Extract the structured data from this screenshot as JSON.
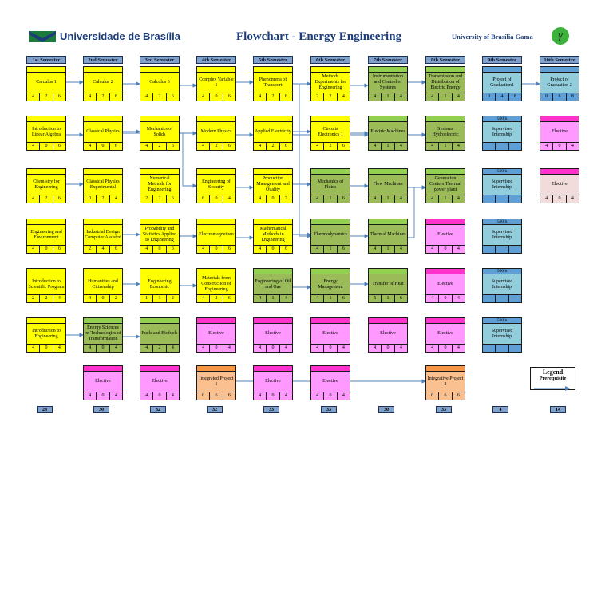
{
  "header": {
    "university": "Universidade de Brasília",
    "title": "Flowchart - Energy Engineering",
    "campus": "University of Brasília Gama",
    "campus_logo": "γ"
  },
  "semesters": [
    "1st Semester",
    "2nd Semester",
    "3rd Semester",
    "4th Semester",
    "5th Semester",
    "6th Semester",
    "7th Semester",
    "8th Semester",
    "9th Semester",
    "10th Semester"
  ],
  "totals": [
    "28",
    "30",
    "32",
    "32",
    "33",
    "33",
    "30",
    "33",
    "4",
    "14"
  ],
  "legend": {
    "title": "Legend",
    "item": "Prerequisite"
  },
  "colors": {
    "accent": "#1c3d7a",
    "arrow": "#4f81bd",
    "mandatory": "#ffff00",
    "core": "#9bbb59",
    "elective": "#ff99ff",
    "internship": "#92cddc",
    "project": "#fac090"
  },
  "courses": [
    {
      "id": "c1",
      "col": 0,
      "row": 0,
      "name": "Calculus 1",
      "cr": [
        "4",
        "2",
        "6"
      ],
      "color": "yellow"
    },
    {
      "id": "c2",
      "col": 0,
      "row": 1,
      "name": "Introduction to Linear Algebra",
      "cr": [
        "4",
        "0",
        "6"
      ],
      "color": "yellow"
    },
    {
      "id": "c3",
      "col": 0,
      "row": 2,
      "name": "Chemistry for Engineering",
      "cr": [
        "4",
        "2",
        "6"
      ],
      "color": "yellow"
    },
    {
      "id": "c4",
      "col": 0,
      "row": 3,
      "name": "Engineering and Environment",
      "cr": [
        "4",
        "0",
        "6"
      ],
      "color": "yellow"
    },
    {
      "id": "c5",
      "col": 0,
      "row": 4,
      "name": "Introduction to Scientific Program",
      "cr": [
        "2",
        "2",
        "4"
      ],
      "color": "yellow"
    },
    {
      "id": "c6",
      "col": 0,
      "row": 5,
      "name": "Introduction to Engineering",
      "cr": [
        "4",
        "0",
        "4"
      ],
      "color": "yellow"
    },
    {
      "id": "c7",
      "col": 1,
      "row": 0,
      "name": "Calculus 2",
      "cr": [
        "4",
        "2",
        "6"
      ],
      "color": "yellow"
    },
    {
      "id": "c8",
      "col": 1,
      "row": 1,
      "name": "Classical Physics",
      "cr": [
        "4",
        "0",
        "6"
      ],
      "color": "yellow"
    },
    {
      "id": "c9",
      "col": 1,
      "row": 2,
      "name": "Classical Physics Experimental",
      "cr": [
        "0",
        "2",
        "4"
      ],
      "color": "yellow"
    },
    {
      "id": "c10",
      "col": 1,
      "row": 3,
      "name": "Industrial Design Computer Assisted",
      "cr": [
        "2",
        "4",
        "6"
      ],
      "color": "yellow"
    },
    {
      "id": "c11",
      "col": 1,
      "row": 4,
      "name": "Humanities and Citizenship",
      "cr": [
        "4",
        "0",
        "2"
      ],
      "color": "yellow"
    },
    {
      "id": "c12",
      "col": 1,
      "row": 5,
      "name": "Energy Sciences on Technologies of Transformation",
      "cr": [
        "4",
        "0",
        "4"
      ],
      "color": "green"
    },
    {
      "id": "c13",
      "col": 1,
      "row": 6,
      "name": "Elective",
      "cr": [
        "4",
        "0",
        "4"
      ],
      "color": "pink"
    },
    {
      "id": "c14",
      "col": 2,
      "row": 0,
      "name": "Calculus 3",
      "cr": [
        "4",
        "2",
        "6"
      ],
      "color": "yellow"
    },
    {
      "id": "c15",
      "col": 2,
      "row": 1,
      "name": "Mechanics of Solids",
      "cr": [
        "4",
        "2",
        "6"
      ],
      "color": "yellow"
    },
    {
      "id": "c16",
      "col": 2,
      "row": 2,
      "name": "Numerical Methods for Engineering",
      "cr": [
        "2",
        "2",
        "6"
      ],
      "color": "yellow"
    },
    {
      "id": "c17",
      "col": 2,
      "row": 3,
      "name": "Probability and Statistics Applied to Engineering",
      "cr": [
        "4",
        "0",
        "6"
      ],
      "color": "yellow"
    },
    {
      "id": "c18",
      "col": 2,
      "row": 4,
      "name": "Engineering Economic",
      "cr": [
        "1",
        "1",
        "2"
      ],
      "color": "yellow"
    },
    {
      "id": "c19",
      "col": 2,
      "row": 5,
      "name": "Fuels and Biofuels",
      "cr": [
        "4",
        "2",
        "4"
      ],
      "color": "green"
    },
    {
      "id": "c20",
      "col": 2,
      "row": 6,
      "name": "Elective",
      "cr": [
        "4",
        "0",
        "4"
      ],
      "color": "pink"
    },
    {
      "id": "c21",
      "col": 3,
      "row": 0,
      "name": "Complex Variable 1",
      "cr": [
        "4",
        "0",
        "6"
      ],
      "color": "yellow"
    },
    {
      "id": "c22",
      "col": 3,
      "row": 1,
      "name": "Modern Physics",
      "cr": [
        "4",
        "2",
        "6"
      ],
      "color": "yellow"
    },
    {
      "id": "c23",
      "col": 3,
      "row": 2,
      "name": "Engineering of Security",
      "cr": [
        "6",
        "0",
        "4"
      ],
      "color": "yellow"
    },
    {
      "id": "c24",
      "col": 3,
      "row": 3,
      "name": "Electromagnetism",
      "cr": [
        "4",
        "0",
        "6"
      ],
      "color": "yellow"
    },
    {
      "id": "c25",
      "col": 3,
      "row": 4,
      "name": "Materials from Construction of Engineering",
      "cr": [
        "4",
        "2",
        "6"
      ],
      "color": "yellow"
    },
    {
      "id": "c26",
      "col": 3,
      "row": 5,
      "name": "Elective",
      "cr": [
        "4",
        "0",
        "4"
      ],
      "color": "pink"
    },
    {
      "id": "c27",
      "col": 3,
      "row": 6,
      "name": "Integrated Project 1",
      "cr": [
        "0",
        "6",
        "6"
      ],
      "color": "orange"
    },
    {
      "id": "c28",
      "col": 4,
      "row": 0,
      "name": "Phenomena of Transport",
      "cr": [
        "4",
        "2",
        "6"
      ],
      "color": "yellow"
    },
    {
      "id": "c29",
      "col": 4,
      "row": 1,
      "name": "Applied Electricity",
      "cr": [
        "4",
        "2",
        "6"
      ],
      "color": "yellow"
    },
    {
      "id": "c30",
      "col": 4,
      "row": 2,
      "name": "Production Management and Quality",
      "cr": [
        "4",
        "0",
        "2"
      ],
      "color": "yellow"
    },
    {
      "id": "c31",
      "col": 4,
      "row": 3,
      "name": "Mathematical Methods in Engineering",
      "cr": [
        "4",
        "0",
        "6"
      ],
      "color": "yellow"
    },
    {
      "id": "c32",
      "col": 4,
      "row": 4,
      "name": "Engineering of Oil and Gas",
      "cr": [
        "4",
        "1",
        "4"
      ],
      "color": "green"
    },
    {
      "id": "c33",
      "col": 4,
      "row": 5,
      "name": "Elective",
      "cr": [
        "4",
        "0",
        "4"
      ],
      "color": "pink"
    },
    {
      "id": "c34",
      "col": 4,
      "row": 6,
      "name": "Elective",
      "cr": [
        "4",
        "0",
        "4"
      ],
      "color": "pink"
    },
    {
      "id": "c35",
      "col": 5,
      "row": 0,
      "name": "Methods Experiments for Engineering",
      "cr": [
        "2",
        "2",
        "4"
      ],
      "color": "yellow"
    },
    {
      "id": "c36",
      "col": 5,
      "row": 1,
      "name": "Circuits Electronics 1",
      "cr": [
        "4",
        "2",
        "6"
      ],
      "color": "yellow"
    },
    {
      "id": "c37",
      "col": 5,
      "row": 2,
      "name": "Mechanics of Fluids",
      "cr": [
        "4",
        "1",
        "6"
      ],
      "color": "green"
    },
    {
      "id": "c38",
      "col": 5,
      "row": 3,
      "name": "Thermodynamics",
      "cr": [
        "4",
        "1",
        "6"
      ],
      "color": "green"
    },
    {
      "id": "c39",
      "col": 5,
      "row": 4,
      "name": "Energy Management",
      "cr": [
        "4",
        "1",
        "6"
      ],
      "color": "green"
    },
    {
      "id": "c40",
      "col": 5,
      "row": 5,
      "name": "Elective",
      "cr": [
        "4",
        "0",
        "4"
      ],
      "color": "pink"
    },
    {
      "id": "c41",
      "col": 5,
      "row": 6,
      "name": "Elective",
      "cr": [
        "4",
        "0",
        "4"
      ],
      "color": "pink"
    },
    {
      "id": "c42",
      "col": 6,
      "row": 0,
      "name": "Instrumentation and Control of Systems",
      "cr": [
        "4",
        "1",
        "4"
      ],
      "color": "green"
    },
    {
      "id": "c43",
      "col": 6,
      "row": 1,
      "name": "Electric Machines",
      "cr": [
        "4",
        "1",
        "4"
      ],
      "color": "green"
    },
    {
      "id": "c44",
      "col": 6,
      "row": 2,
      "name": "Flow Machines",
      "cr": [
        "4",
        "1",
        "4"
      ],
      "color": "green"
    },
    {
      "id": "c45",
      "col": 6,
      "row": 3,
      "name": "Thermal Machines",
      "cr": [
        "4",
        "1",
        "4"
      ],
      "color": "green"
    },
    {
      "id": "c46",
      "col": 6,
      "row": 4,
      "name": "Transfer of Heat",
      "cr": [
        "5",
        "1",
        "6"
      ],
      "color": "green"
    },
    {
      "id": "c47",
      "col": 6,
      "row": 5,
      "name": "Elective",
      "cr": [
        "4",
        "0",
        "4"
      ],
      "color": "pink"
    },
    {
      "id": "c48",
      "col": 7,
      "row": 0,
      "name": "Transmission and Distribution of Electric Energy",
      "cr": [
        "4",
        "1",
        "4"
      ],
      "color": "green"
    },
    {
      "id": "c49",
      "col": 7,
      "row": 1,
      "name": "Systems Hydroelectric",
      "cr": [
        "4",
        "1",
        "4"
      ],
      "color": "green"
    },
    {
      "id": "c50",
      "col": 7,
      "row": 2,
      "name": "Generation Centers Thermal power plant",
      "cr": [
        "4",
        "1",
        "4"
      ],
      "color": "green"
    },
    {
      "id": "c51",
      "col": 7,
      "row": 3,
      "name": "Elective",
      "cr": [
        "4",
        "0",
        "4"
      ],
      "color": "pink"
    },
    {
      "id": "c52",
      "col": 7,
      "row": 4,
      "name": "Elective",
      "cr": [
        "4",
        "0",
        "4"
      ],
      "color": "pink"
    },
    {
      "id": "c53",
      "col": 7,
      "row": 5,
      "name": "Elective",
      "cr": [
        "4",
        "0",
        "4"
      ],
      "color": "pink"
    },
    {
      "id": "c54",
      "col": 7,
      "row": 6,
      "name": "Integrative Project 2",
      "cr": [
        "0",
        "6",
        "6"
      ],
      "color": "orange"
    },
    {
      "id": "c55",
      "col": 8,
      "row": 0,
      "name": "Project of Graduation1",
      "cr": [
        "0",
        "4",
        "8"
      ],
      "color": "blue"
    },
    {
      "id": "c56",
      "col": 8,
      "row": 1,
      "name": "Supervised Internship",
      "cr": [
        "",
        "",
        ""
      ],
      "color": "blue",
      "hours": "500 h"
    },
    {
      "id": "c57",
      "col": 8,
      "row": 2,
      "name": "Supervised Internship",
      "cr": [
        "",
        "",
        ""
      ],
      "color": "blue",
      "hours": "500 h"
    },
    {
      "id": "c58",
      "col": 8,
      "row": 3,
      "name": "Supervised Internship",
      "cr": [
        "",
        "",
        ""
      ],
      "color": "blue",
      "hours": "500 h"
    },
    {
      "id": "c59",
      "col": 8,
      "row": 4,
      "name": "Supervised Internship",
      "cr": [
        "",
        "",
        ""
      ],
      "color": "blue",
      "hours": "500 h"
    },
    {
      "id": "c60",
      "col": 8,
      "row": 5,
      "name": "Supervised Internship",
      "cr": [
        "",
        "",
        ""
      ],
      "color": "blue",
      "hours": "500 h"
    },
    {
      "id": "c61",
      "col": 9,
      "row": 0,
      "name": "Project of Graduation 2",
      "cr": [
        "0",
        "6",
        "8"
      ],
      "color": "blue"
    },
    {
      "id": "c62",
      "col": 9,
      "row": 1,
      "name": "Elective",
      "cr": [
        "4",
        "0",
        "4"
      ],
      "color": "pink"
    },
    {
      "id": "c63",
      "col": 9,
      "row": 2,
      "name": "Elective",
      "cr": [
        "4",
        "0",
        "4"
      ],
      "color": "rose"
    }
  ],
  "prerequisites": [
    [
      "c1",
      "c7"
    ],
    [
      "c7",
      "c14"
    ],
    [
      "c14",
      "c21"
    ],
    [
      "c21",
      "c28"
    ],
    [
      "c28",
      "c35"
    ],
    [
      "c35",
      "c42"
    ],
    [
      "c42",
      "c48"
    ],
    [
      "c55",
      "c61"
    ],
    [
      "c2",
      "c8"
    ],
    [
      "c8",
      "c15"
    ],
    [
      "c8",
      "c22"
    ],
    [
      "c22",
      "c29"
    ],
    [
      "c29",
      "c36"
    ],
    [
      "c36",
      "c43"
    ],
    [
      "c43",
      "c49"
    ],
    [
      "c3",
      "c9"
    ],
    [
      "c15",
      "c23"
    ],
    [
      "c23",
      "c30"
    ],
    [
      "c30",
      "c37"
    ],
    [
      "c37",
      "c44"
    ],
    [
      "c44",
      "c50"
    ],
    [
      "c10",
      "c17"
    ],
    [
      "c17",
      "c24"
    ],
    [
      "c24",
      "c31"
    ],
    [
      "c31",
      "c38"
    ],
    [
      "c38",
      "c45"
    ],
    [
      "c45",
      "c50"
    ],
    [
      "c11",
      "c18"
    ],
    [
      "c18",
      "c25"
    ],
    [
      "c32",
      "c39"
    ],
    [
      "c39",
      "c46"
    ],
    [
      "c6",
      "c12"
    ],
    [
      "c12",
      "c19"
    ],
    [
      "c27",
      "c54"
    ],
    [
      "c28",
      "c38"
    ],
    [
      "c29",
      "c43"
    ]
  ]
}
